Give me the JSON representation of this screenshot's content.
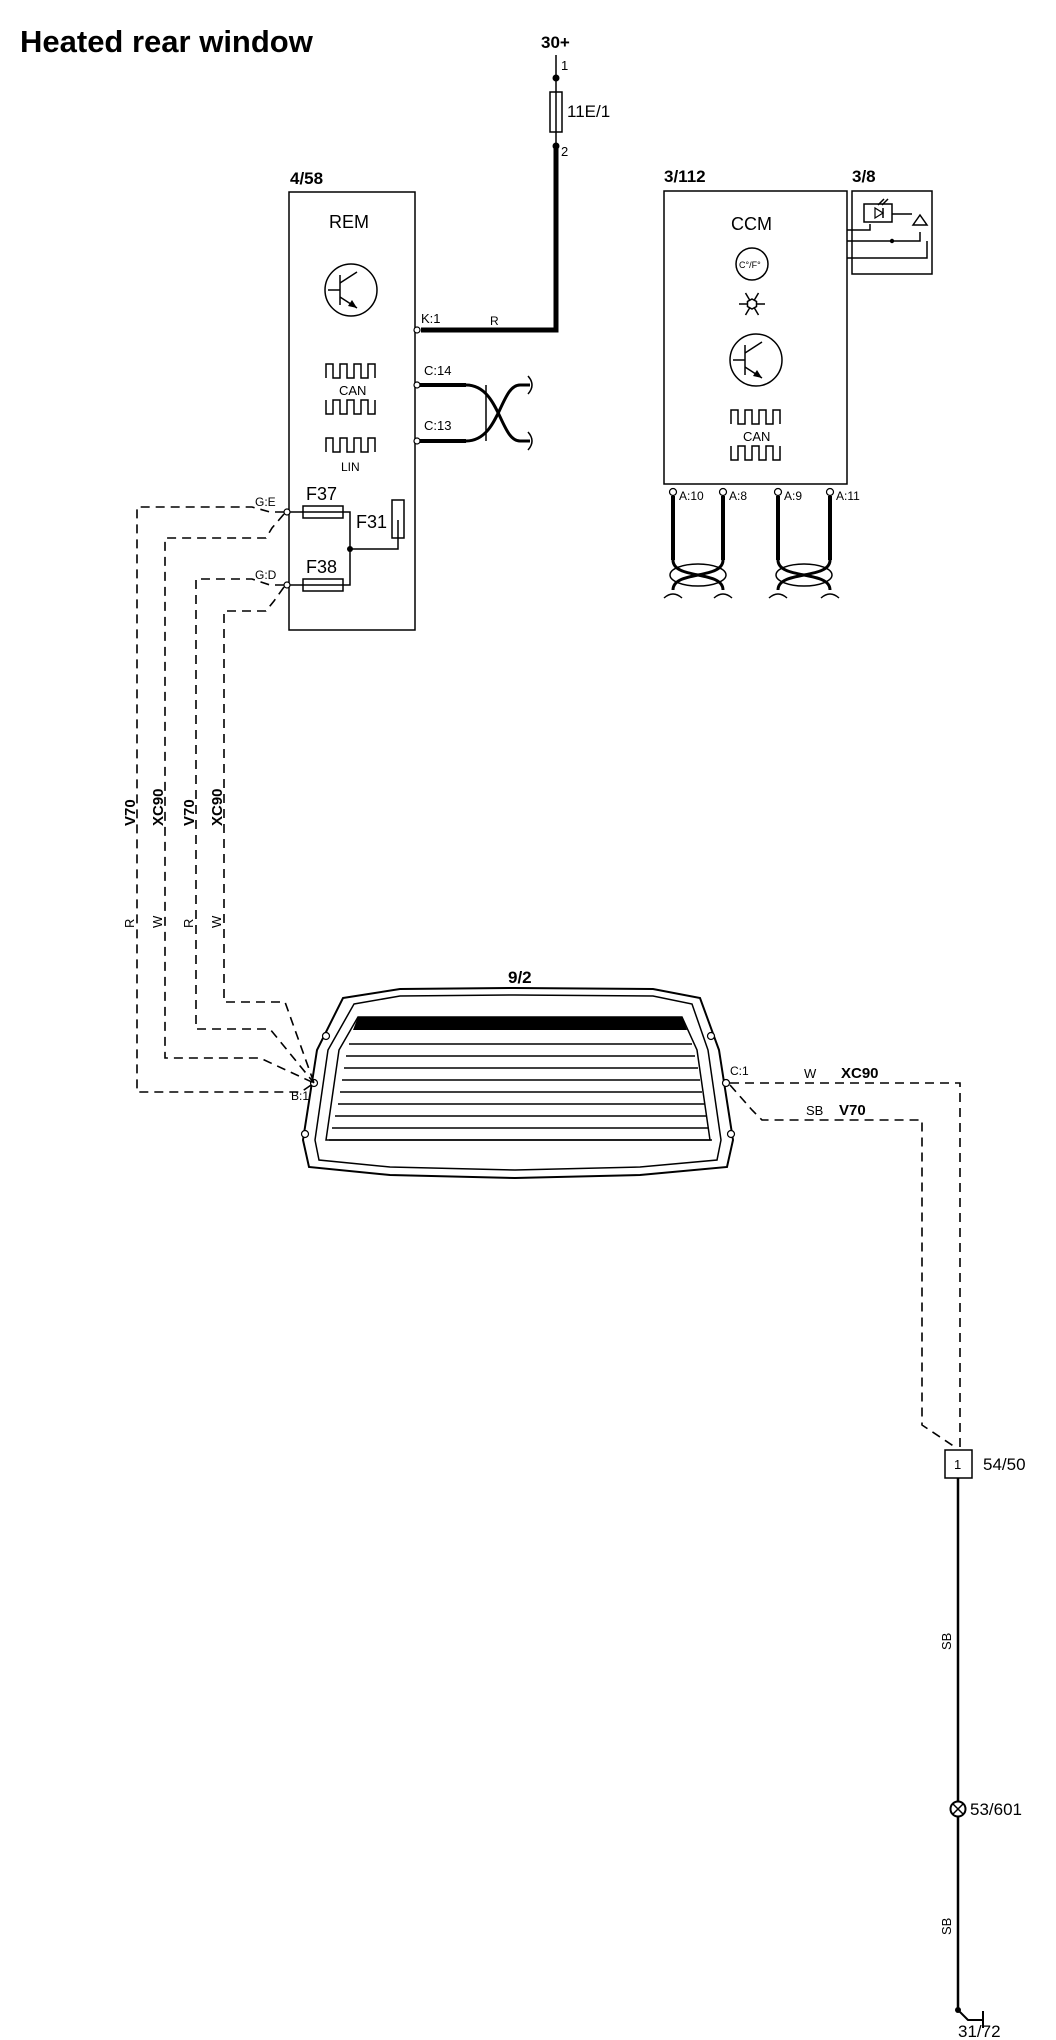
{
  "title": "Heated rear window",
  "power": {
    "supply": "30+",
    "fuse": "11E/1",
    "pin1": "1",
    "pin2": "2"
  },
  "rem": {
    "ref": "4/58",
    "name": "REM",
    "pins": {
      "k1": "K:1",
      "c14": "C:14",
      "c13": "C:13",
      "ge": "G:E",
      "gd": "G:D"
    },
    "can": "CAN",
    "lin": "LIN",
    "fuses": {
      "f37": "F37",
      "f38": "F38",
      "f31": "F31"
    },
    "k1_wire": "R"
  },
  "ccm": {
    "ref": "3/112",
    "name": "CCM",
    "temp_unit": "C°/F°",
    "can": "CAN",
    "pins": [
      "A:10",
      "A:8",
      "A:9",
      "A:11"
    ]
  },
  "sensor": {
    "ref": "3/8"
  },
  "rear_window": {
    "ref": "9/2",
    "pin_b1": "B:1",
    "pin_c1": "C:1"
  },
  "left_wires": [
    {
      "model": "V70",
      "color": "R"
    },
    {
      "model": "XC90",
      "color": "W"
    },
    {
      "model": "V70",
      "color": "R"
    },
    {
      "model": "XC90",
      "color": "W"
    }
  ],
  "right_wires": [
    {
      "color": "W",
      "model": "XC90"
    },
    {
      "color": "SB",
      "model": "V70"
    }
  ],
  "connector": {
    "ref": "54/50",
    "pin": "1"
  },
  "ground_wire_color": "SB",
  "ground_point": "53/601",
  "ground": "31/72"
}
